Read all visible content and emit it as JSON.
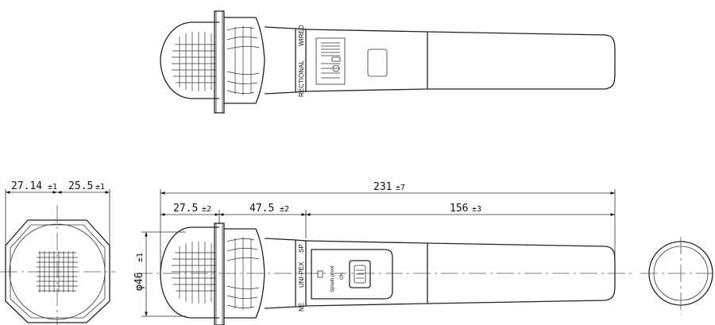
{
  "dimensions": {
    "overall_length": {
      "value": "231",
      "tol": "±7"
    },
    "head_length": {
      "value": "27.5",
      "tol": "±2"
    },
    "neck_length": {
      "value": "47.5",
      "tol": "±2"
    },
    "handle_length": {
      "value": "156",
      "tol": "±3"
    },
    "head_diameter": {
      "value": "φ46",
      "tol": "±1"
    },
    "front_left": {
      "value": "27.14",
      "tol": "±1"
    },
    "front_right": {
      "value": "25.5",
      "tol": "±1"
    }
  },
  "labels": {
    "directional": "RECTIONAL",
    "wired": "WIRED",
    "model_line_1": "UNI-PEX",
    "model_line_2": "SP",
    "splash_proof": "Splash proof",
    "switch_on": "ON",
    "cut_left": "NE"
  }
}
